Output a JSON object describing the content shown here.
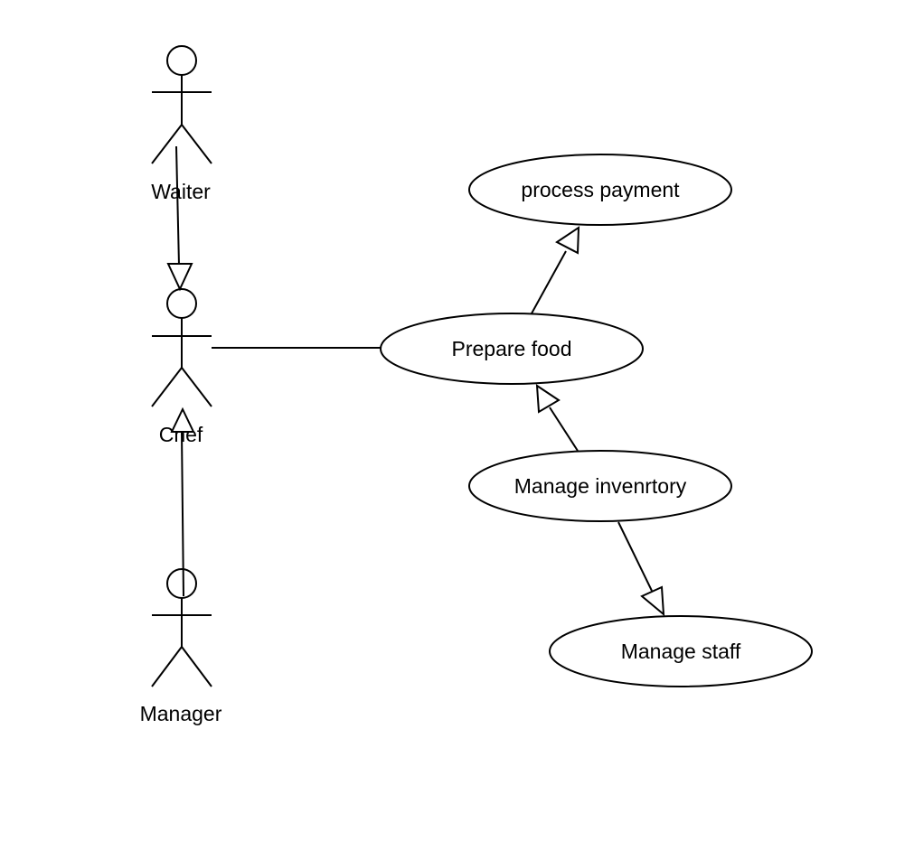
{
  "diagram": {
    "type": "uml-use-case",
    "colors": {
      "stroke": "#000000",
      "background": "#ffffff",
      "text": "#000000"
    },
    "actors": [
      {
        "id": "waiter",
        "label": "Waiter"
      },
      {
        "id": "chef",
        "label": "Chef"
      },
      {
        "id": "manager",
        "label": "Manager"
      }
    ],
    "use_cases": [
      {
        "id": "process-payment",
        "label": "process payment"
      },
      {
        "id": "prepare-food",
        "label": "Prepare food"
      },
      {
        "id": "manage-inventory",
        "label": "Manage invenrtory"
      },
      {
        "id": "manage-staff",
        "label": "Manage staff"
      }
    ],
    "relationships": [
      {
        "from": "waiter",
        "to": "chef",
        "kind": "generalization"
      },
      {
        "from": "manager",
        "to": "chef",
        "kind": "generalization"
      },
      {
        "from": "chef",
        "to": "prepare-food",
        "kind": "association"
      },
      {
        "from": "prepare-food",
        "to": "process-payment",
        "kind": "generalization"
      },
      {
        "from": "manage-inventory",
        "to": "prepare-food",
        "kind": "generalization"
      },
      {
        "from": "manage-inventory",
        "to": "manage-staff",
        "kind": "generalization"
      }
    ]
  }
}
